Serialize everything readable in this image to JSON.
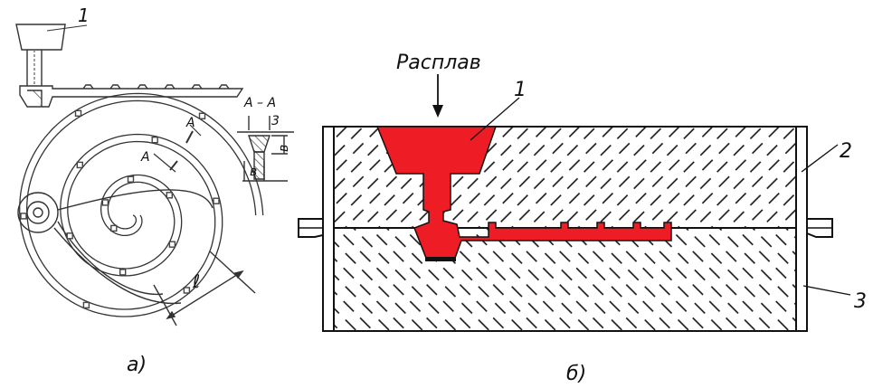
{
  "figure_a": {
    "callout_1": "1",
    "section_label": "A – A",
    "section_mark_outer": "A",
    "section_mark_inner": "A",
    "dim_3": "3",
    "dim_b_side": "в",
    "dim_b_bottom": "в",
    "dim_l": "ℓ",
    "caption": "а)"
  },
  "figure_b": {
    "melt_label": "Расплав",
    "callout_1": "1",
    "callout_2": "2",
    "callout_3": "3",
    "caption": "б)"
  },
  "colors": {
    "melt": "#ee1c24",
    "line": "#111111",
    "faint": "#777777"
  }
}
